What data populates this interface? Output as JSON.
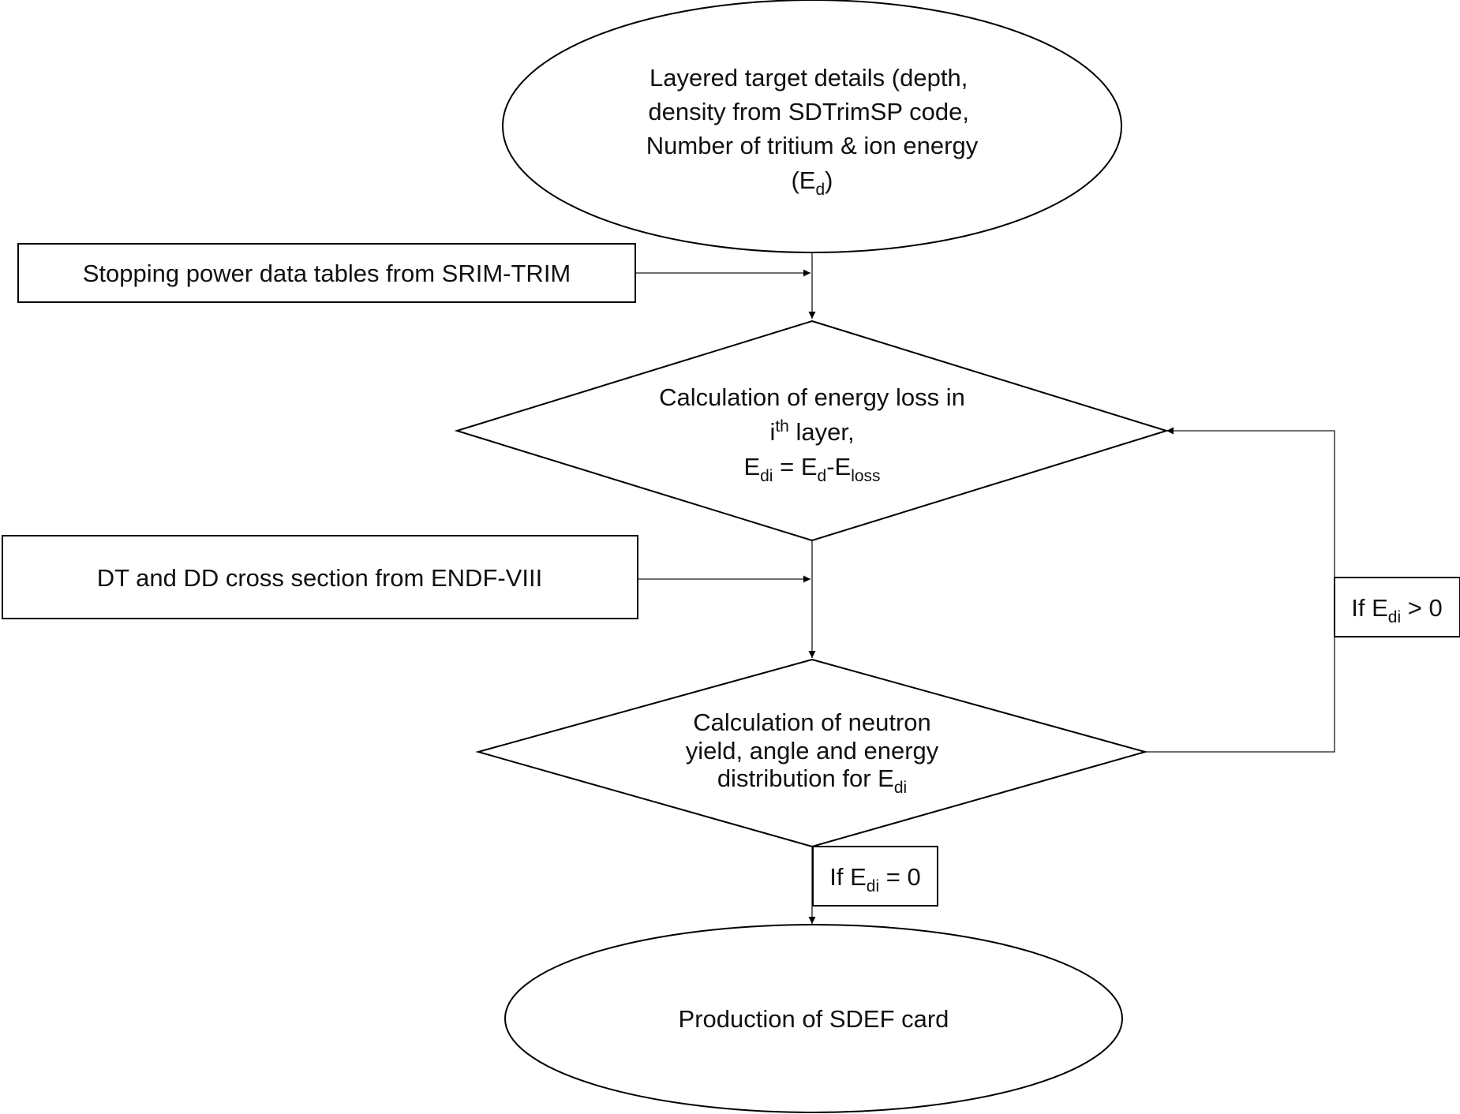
{
  "diagram": {
    "start": {
      "line1": "Layered target details (depth,",
      "line2": "density from SDTrimSP code,",
      "line3": "Number of tritium & ion energy",
      "line4_prefix": "(E",
      "line4_sub": "d",
      "line4_suffix": ")"
    },
    "stopping_power": {
      "label": "Stopping power data tables from SRIM-TRIM"
    },
    "energy_loss": {
      "line1": "Calculation of energy loss in",
      "line2_base": "i",
      "line2_sup": "th",
      "line2_rest": " layer,",
      "line3_e1": "E",
      "line3_e1_sub": "di",
      "line3_mid": " = E",
      "line3_mid_sub": "d",
      "line3_dash": "-E",
      "line3_loss_sub": "loss"
    },
    "cross_section": {
      "label": "DT and DD cross section from ENDF-VIII"
    },
    "neutron_yield": {
      "line1": "Calculation of neutron",
      "line2": "yield, angle and energy",
      "line3_prefix": "distribution for E",
      "line3_sub": "di"
    },
    "loop_condition": {
      "prefix": "If E",
      "sub": "di",
      "suffix": " > 0"
    },
    "exit_condition": {
      "prefix": "If E",
      "sub": "di",
      "suffix": " = 0"
    },
    "end": {
      "label": "Production of SDEF card"
    }
  }
}
